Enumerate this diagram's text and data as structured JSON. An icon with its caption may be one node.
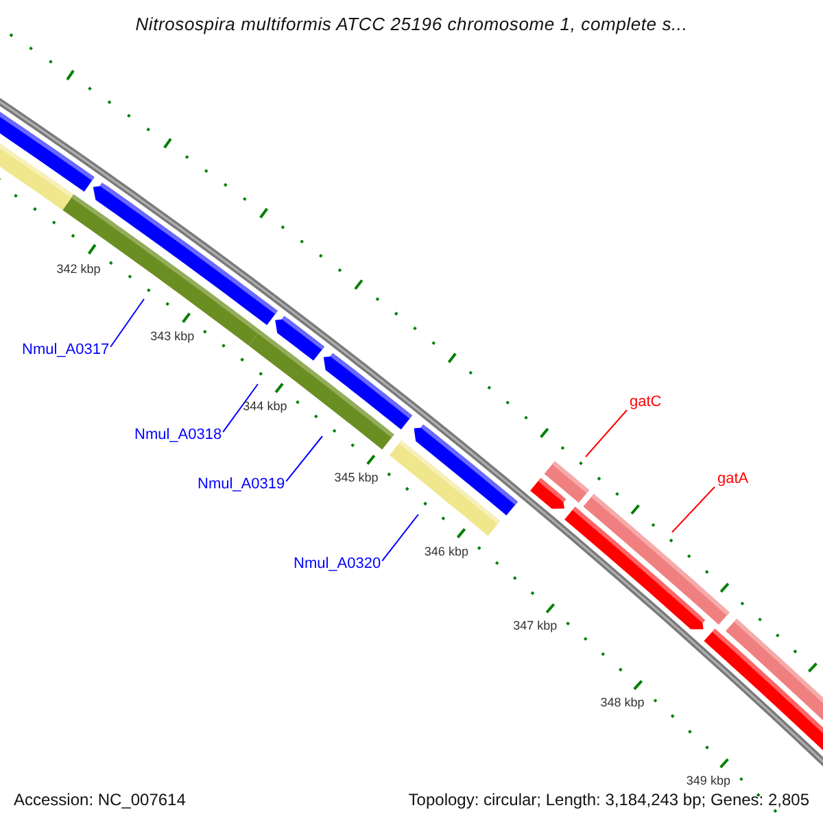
{
  "diagram": {
    "title": "Nitrosospira multiformis ATCC 25196 chromosome 1, complete s...",
    "nodes": [
      {
        "text": [
          "Nmul_A0317"
        ]
      },
      {
        "text": [
          "Nmul_A0318"
        ]
      },
      {
        "text": [
          "Nmul_A0319"
        ]
      },
      {
        "text": [
          "Nmul_A0320"
        ]
      },
      {
        "text": [
          "gatC"
        ]
      },
      {
        "text": [
          "gatA"
        ]
      }
    ],
    "edges": [
      {
        "from": 0,
        "to": null,
        "arrow": "none"
      },
      {
        "from": 1,
        "to": null,
        "arrow": "none"
      },
      {
        "from": 2,
        "to": null,
        "arrow": "none"
      },
      {
        "from": 3,
        "to": null,
        "arrow": "none"
      },
      {
        "from": 4,
        "to": null,
        "arrow": "none",
        "color": "#ff0000"
      },
      {
        "from": 5,
        "to": null,
        "arrow": "none",
        "color": "#ff0000"
      }
    ],
    "labels": [
      "342 kbp",
      "343 kbp",
      "344 kbp",
      "345 kbp",
      "346 kbp",
      "347 kbp",
      "348 kbp",
      "349 kbp",
      "Accession: NC_007614",
      "Topology: circular; Length: 3,184,243 bp; Genes: 2,805"
    ]
  }
}
